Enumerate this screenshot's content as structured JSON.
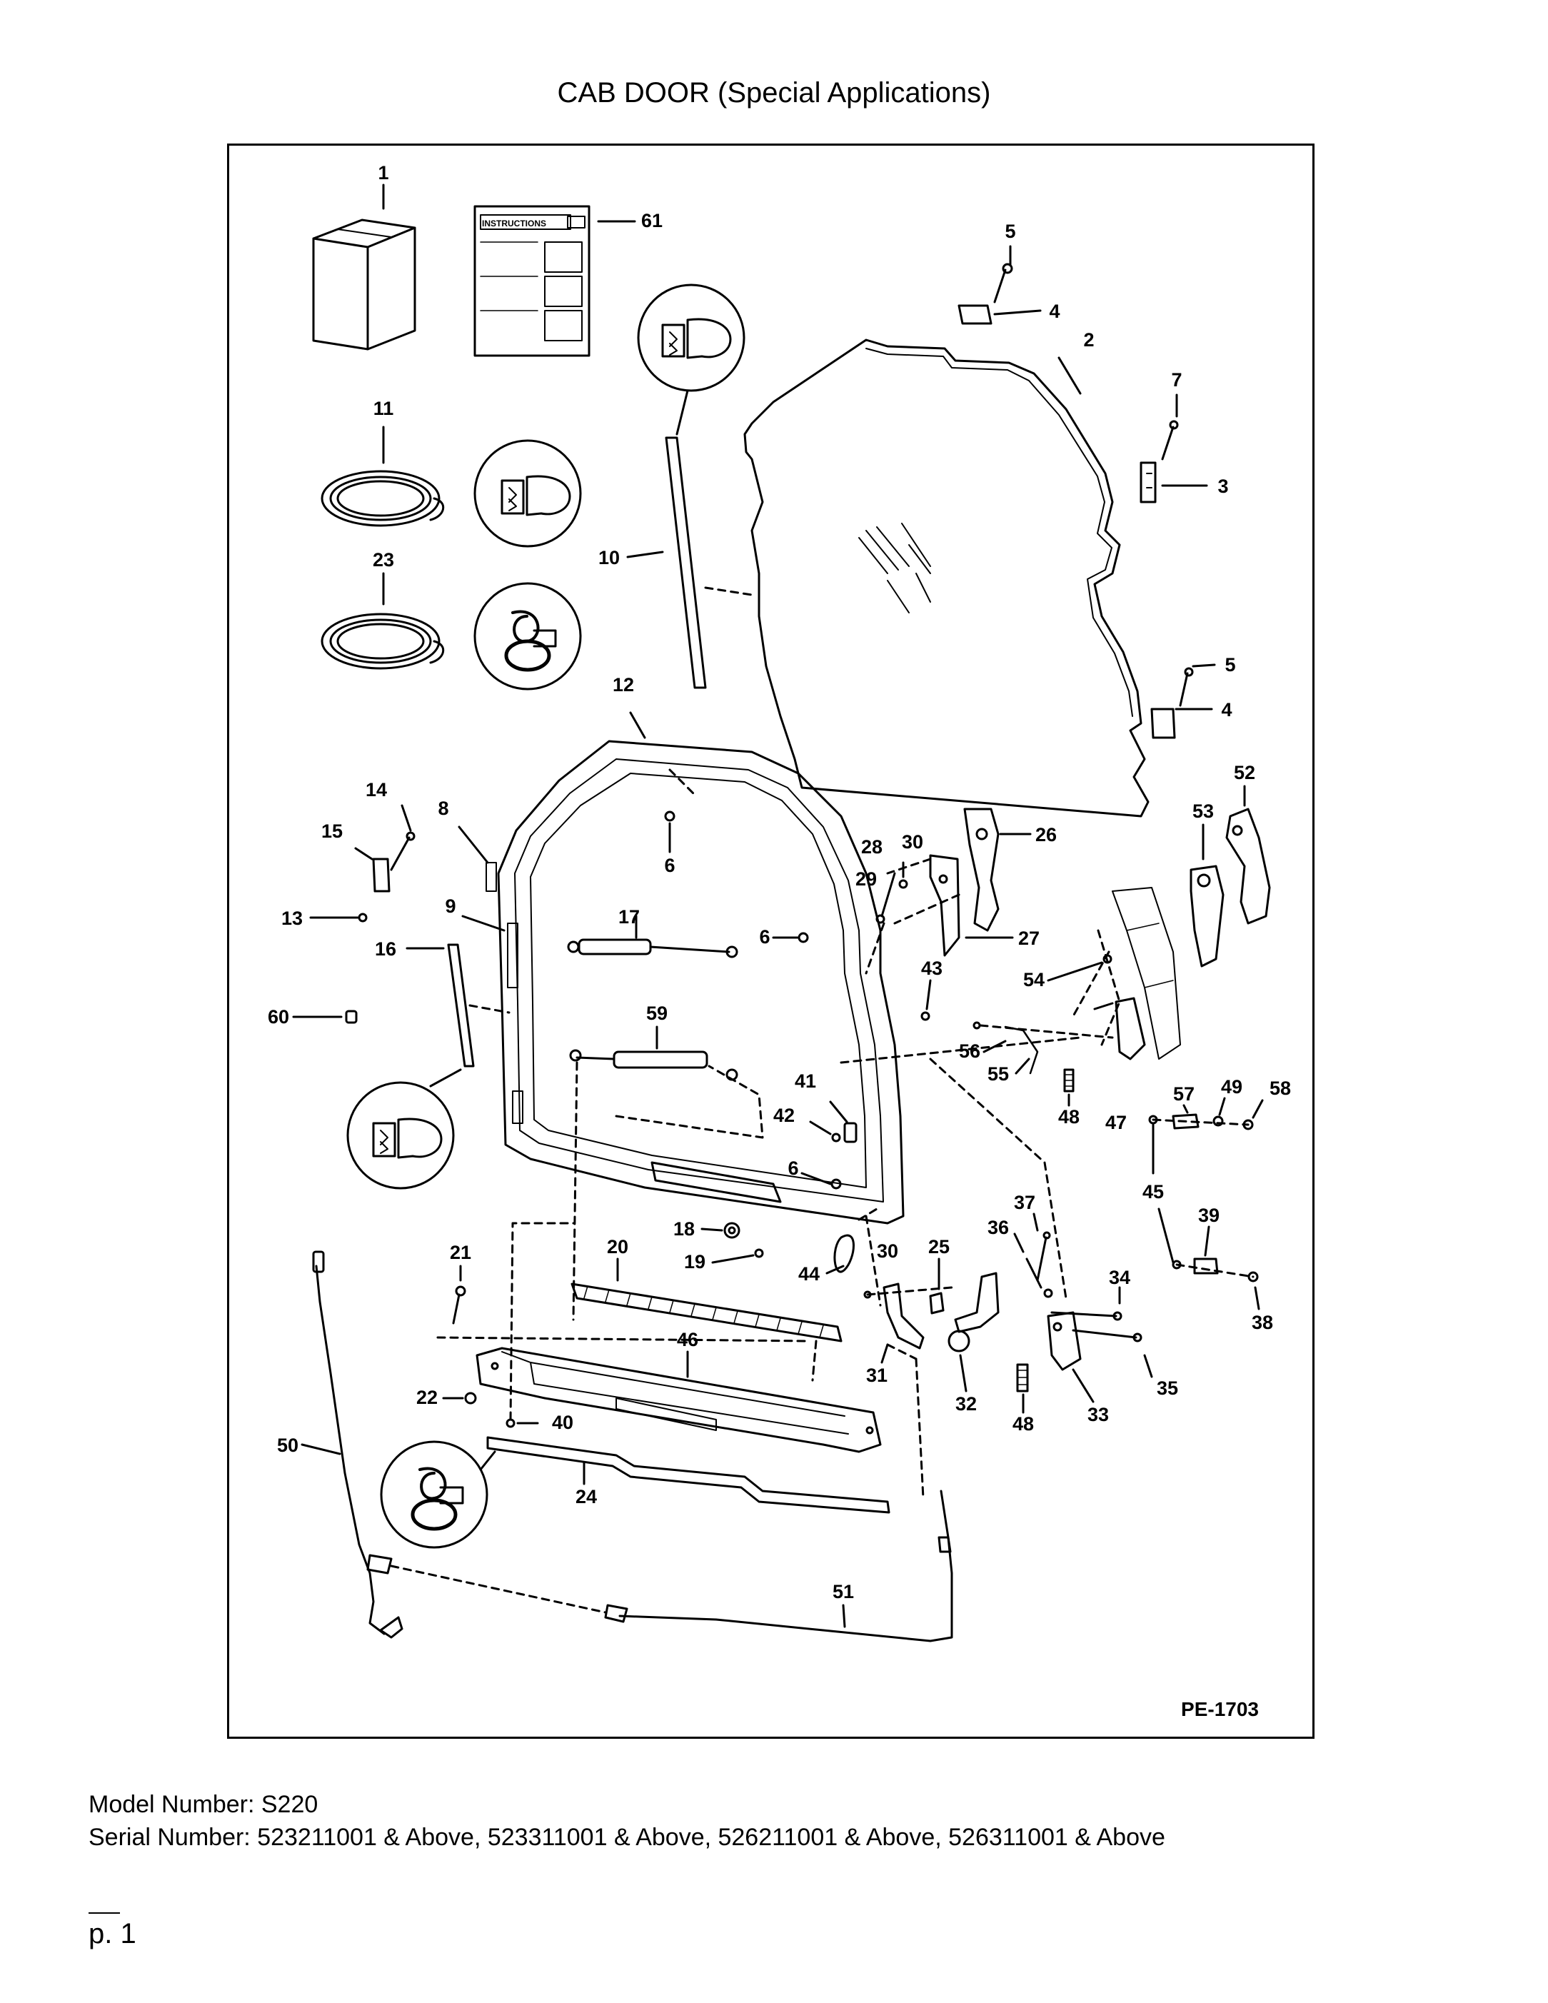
{
  "title": "CAB DOOR (Special Applications)",
  "diagram": {
    "figure_code": "PE-1703",
    "instructions_label": "INSTRUCTIONS",
    "callouts": [
      "1",
      "2",
      "3",
      "4",
      "4",
      "5",
      "5",
      "6",
      "6",
      "6",
      "6",
      "7",
      "8",
      "9",
      "10",
      "11",
      "12",
      "13",
      "14",
      "15",
      "16",
      "17",
      "18",
      "19",
      "20",
      "21",
      "22",
      "23",
      "24",
      "25",
      "26",
      "27",
      "28",
      "29",
      "30",
      "30",
      "31",
      "32",
      "33",
      "34",
      "35",
      "36",
      "37",
      "38",
      "39",
      "40",
      "41",
      "42",
      "43",
      "44",
      "45",
      "46",
      "47",
      "48",
      "48",
      "49",
      "50",
      "51",
      "52",
      "53",
      "54",
      "55",
      "56",
      "57",
      "58",
      "59",
      "60",
      "61"
    ],
    "icons": [
      "installation-tool-icon",
      "installation-tool-icon",
      "lubricant-icon",
      "installation-tool-icon",
      "lubricant-icon"
    ]
  },
  "footer": {
    "model": "Model Number: S220",
    "serial": "Serial Number: 523211001 & Above, 523311001 & Above, 526211001 & Above, 526311001 & Above"
  },
  "page_number": "p. 1"
}
